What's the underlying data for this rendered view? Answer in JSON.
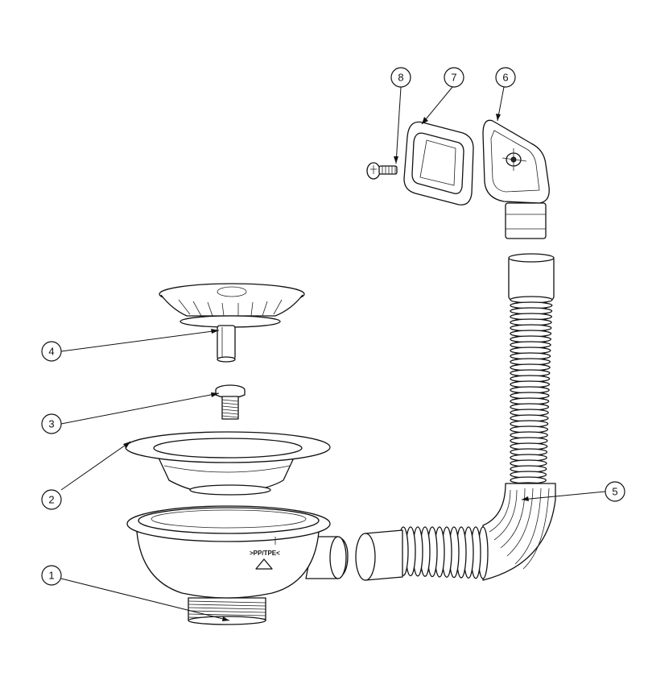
{
  "diagram": {
    "callouts": [
      {
        "id": "callout-1",
        "label": "1",
        "part": "sink-body"
      },
      {
        "id": "callout-2",
        "label": "2",
        "part": "flange-bowl"
      },
      {
        "id": "callout-3",
        "label": "3",
        "part": "screw-center"
      },
      {
        "id": "callout-4",
        "label": "4",
        "part": "strainer-basket"
      },
      {
        "id": "callout-5",
        "label": "5",
        "part": "flex-hose"
      },
      {
        "id": "callout-6",
        "label": "6",
        "part": "overflow-housing"
      },
      {
        "id": "callout-7",
        "label": "7",
        "part": "overflow-gasket"
      },
      {
        "id": "callout-8",
        "label": "8",
        "part": "overflow-screw"
      }
    ],
    "material_stamp": ">PP/TPE<"
  }
}
